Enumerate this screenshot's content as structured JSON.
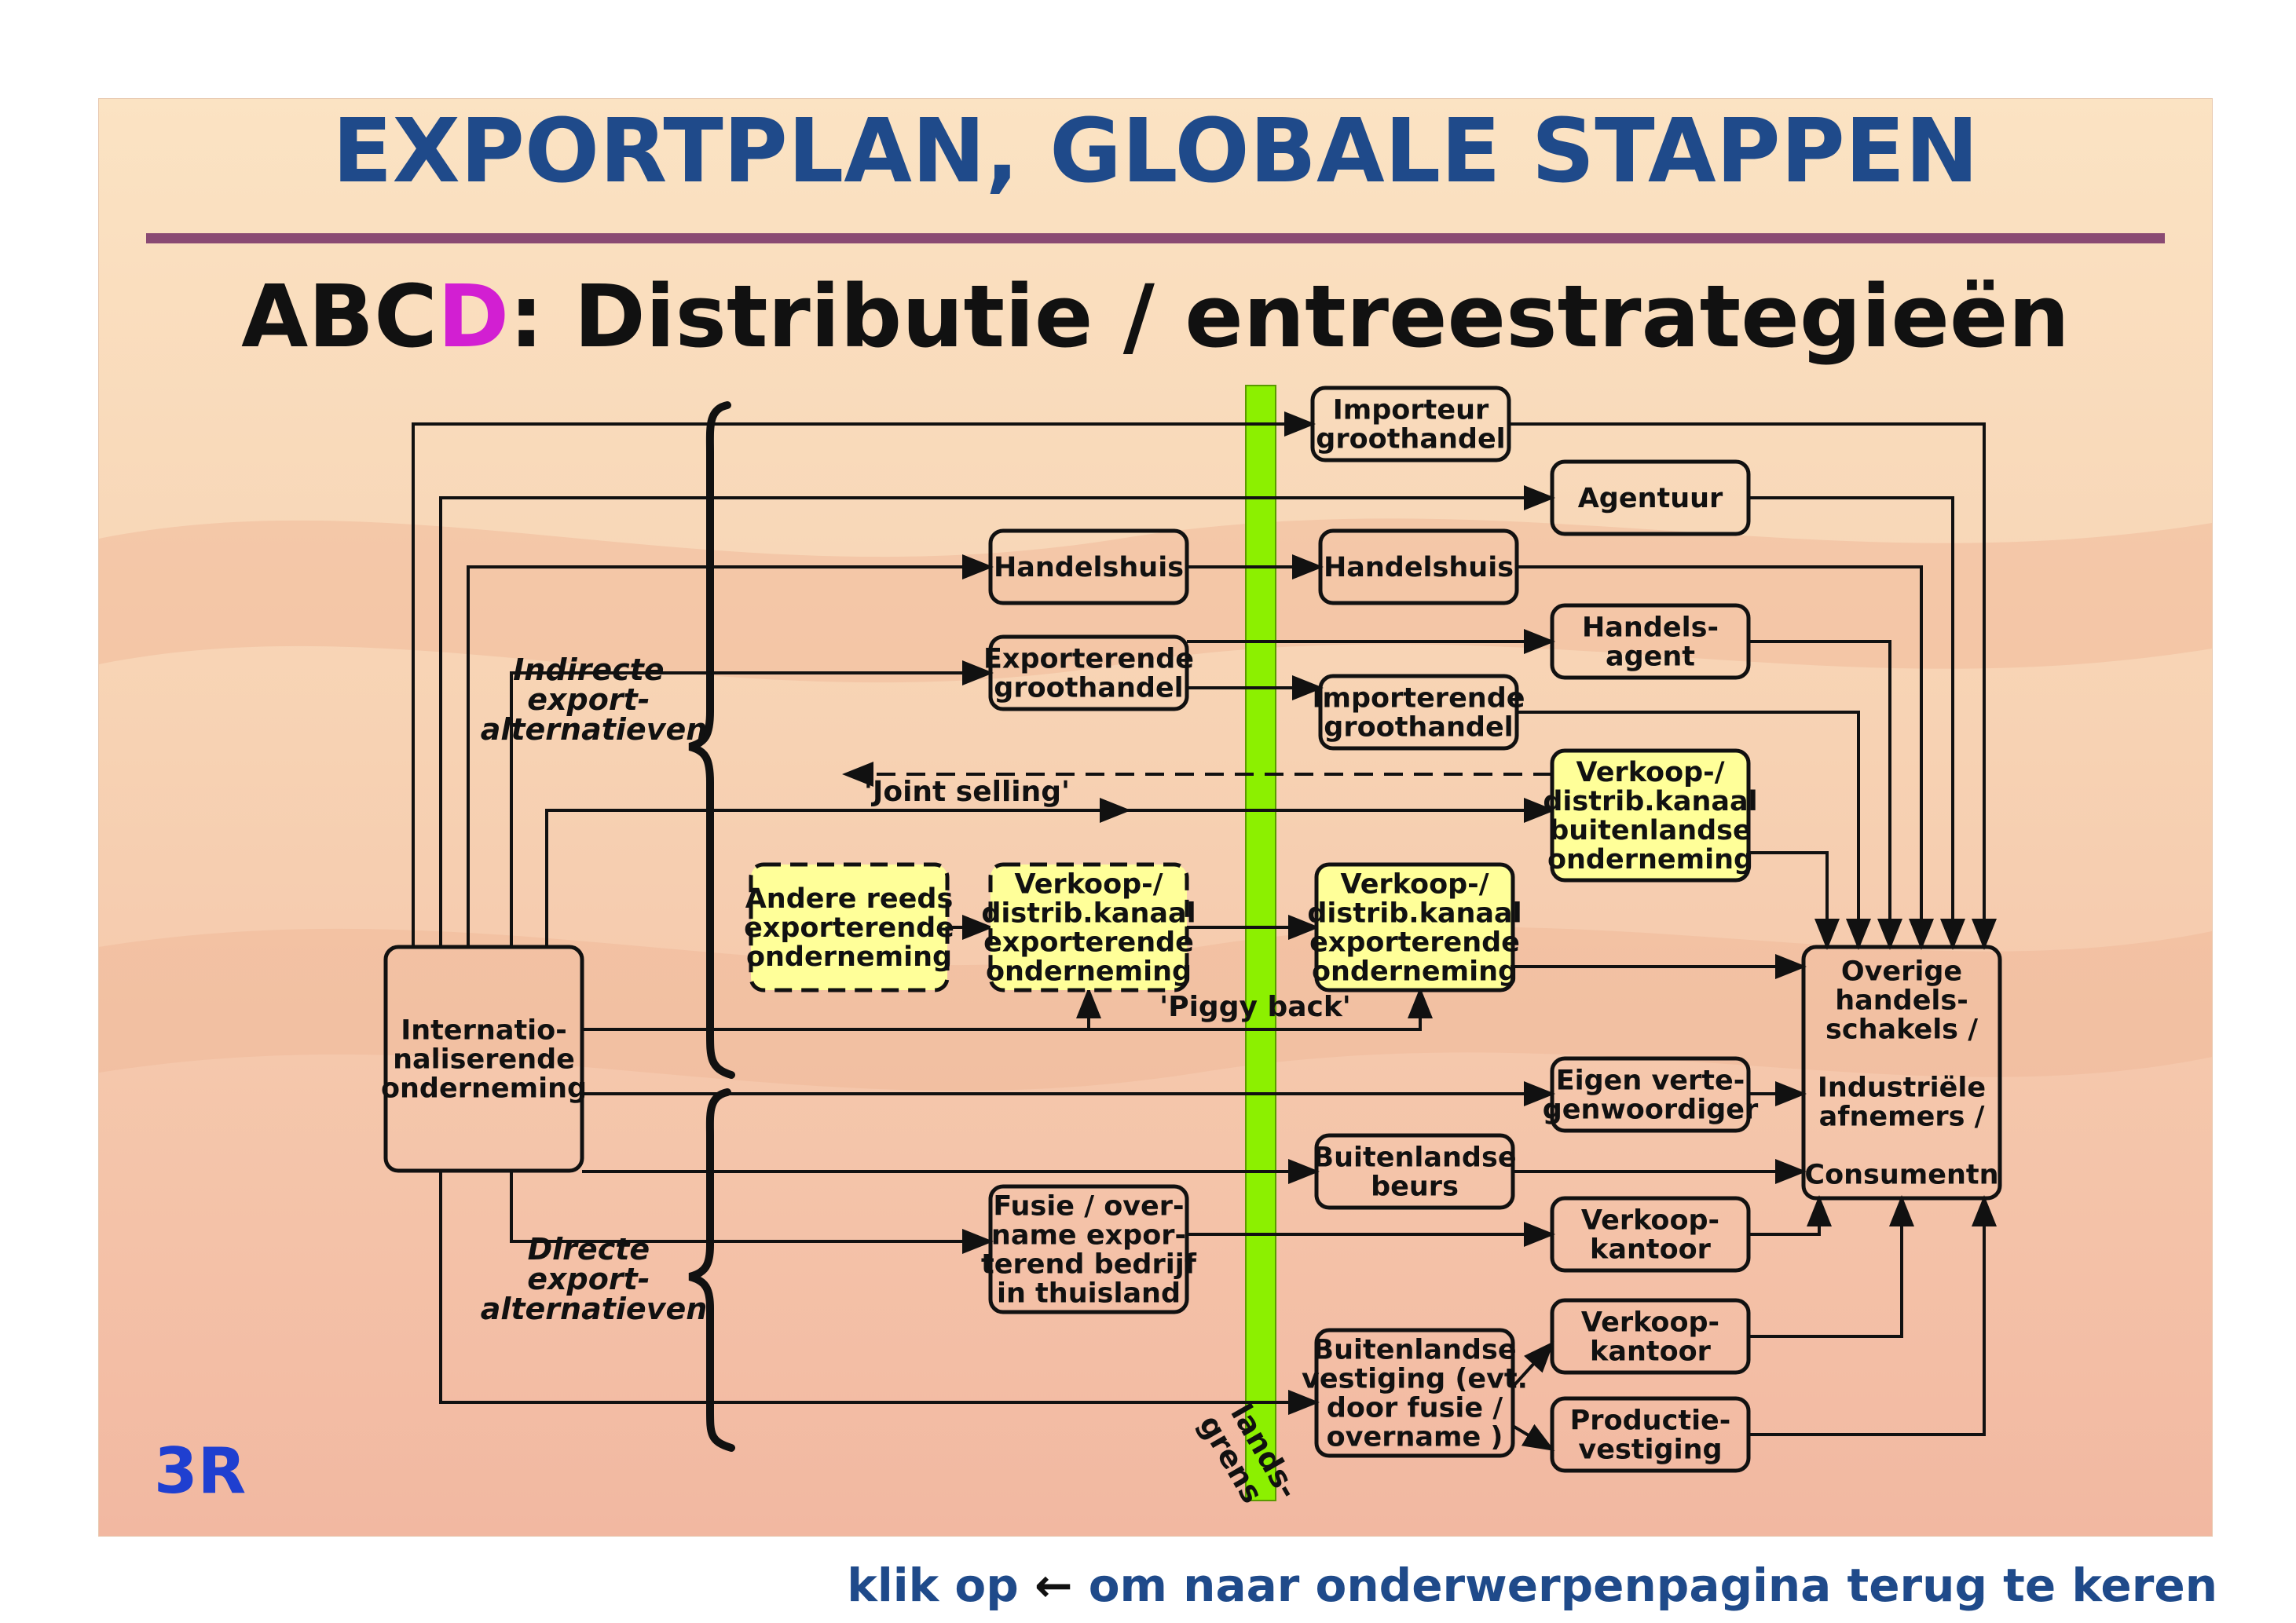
{
  "title": "EXPORTPLAN, GLOBALE STAPPEN",
  "subtitle": {
    "prefix": "ABC",
    "highlight": "D",
    "rest": ": Distributie / entreestrategieën"
  },
  "logo": "3R",
  "colors": {
    "title": "#1f4a8a",
    "highlight": "#d21fd2",
    "border_strip": "#8cf000",
    "yellow_box": "#ffff99",
    "rule": "#8a4a73"
  },
  "groups": {
    "indirect": [
      "Indirecte",
      "export-",
      "alternatieven"
    ],
    "direct": [
      "Directe",
      "export-",
      "alternatieven"
    ]
  },
  "border_label": [
    "lands-",
    "grens"
  ],
  "annotations": {
    "joint_selling": "'Joint selling'",
    "piggy_back": "'Piggy back'"
  },
  "nodes": {
    "source": [
      "Internatio-",
      "naliserende",
      "onderneming"
    ],
    "importeur_groothandel": [
      "Importeur",
      "groothandel"
    ],
    "agentuur": [
      "Agentuur"
    ],
    "handelshuis_home": [
      "Handelshuis"
    ],
    "handelshuis_foreign": [
      "Handelshuis"
    ],
    "exporterende_groothandel": [
      "Exporterende",
      "groothandel"
    ],
    "handelsagent": [
      "Handels-",
      "agent"
    ],
    "importerende_groothandel": [
      "Importerende",
      "groothandel"
    ],
    "verkoop_buitenlandse": [
      "Verkoop-/",
      "distrib.kanaal",
      "buitenlandse",
      "onderneming"
    ],
    "andere_reeds": [
      "Andere reeds",
      "exporterende",
      "onderneming"
    ],
    "verkoop_exp_home": [
      "Verkoop-/",
      "distrib.kanaal",
      "exporterende",
      "onderneming"
    ],
    "verkoop_exp_foreign": [
      "Verkoop-/",
      "distrib.kanaal",
      "exporterende",
      "onderneming"
    ],
    "eigen_vertegenwoordiger": [
      "Eigen verte-",
      "genwoordiger"
    ],
    "buitenlandse_beurs": [
      "Buitenlandse",
      "beurs"
    ],
    "fusie": [
      "Fusie / over-",
      "name expor-",
      "terend bedrijf",
      "in thuisland"
    ],
    "verkoopkantoor_1": [
      "Verkoop-",
      "kantoor"
    ],
    "buitenlandse_vestiging": [
      "Buitenlandse",
      "vestiging (evt.",
      "door fusie /",
      "overname )"
    ],
    "verkoopkantoor_2": [
      "Verkoop-",
      "kantoor"
    ],
    "productievestiging": [
      "Productie-",
      "vestiging"
    ],
    "target": [
      "Overige",
      "handels-",
      "schakels /",
      "",
      "Industriële",
      "afnemers /",
      "",
      "Consumentn"
    ]
  },
  "footer": {
    "before": "klik op ",
    "arrow": "←",
    "after": " om naar onderwerpenpagina terug te keren"
  }
}
